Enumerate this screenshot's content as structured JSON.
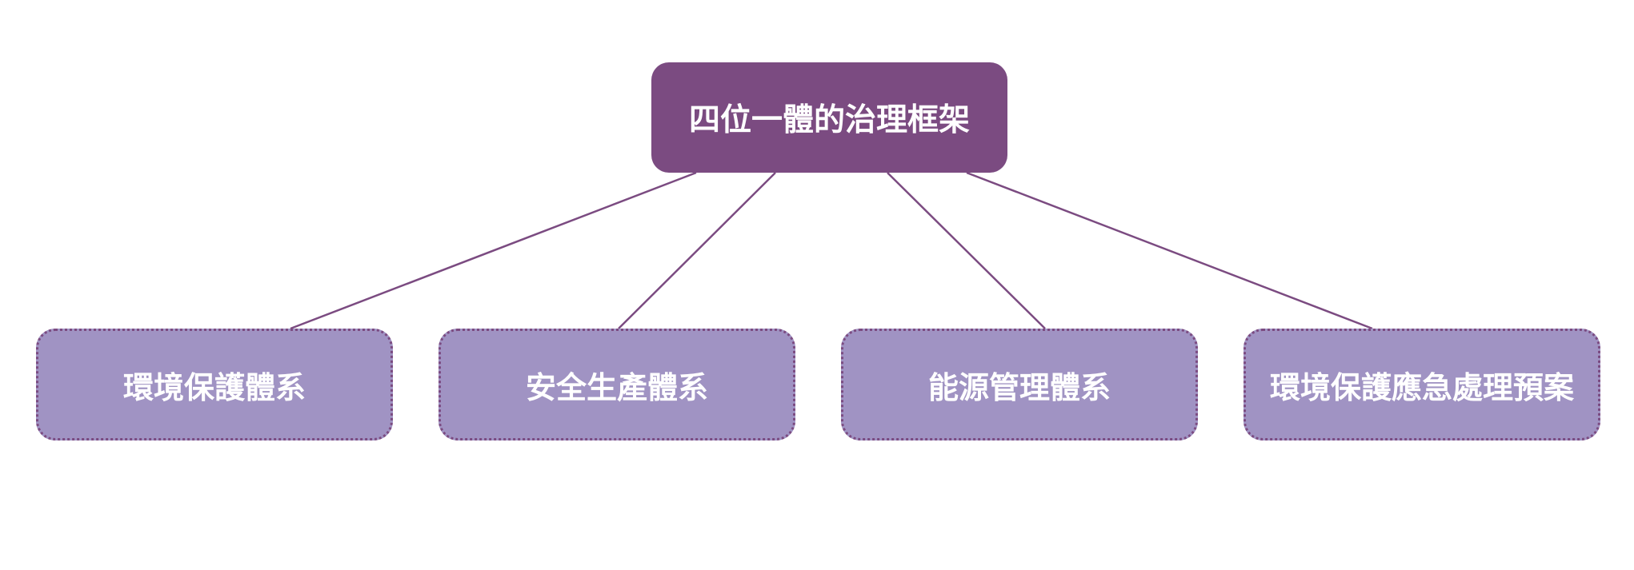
{
  "colors": {
    "root_fill": "#7b4b81",
    "child_fill": "#a093c3",
    "child_border": "#7b4b81",
    "connector": "#7b4b81",
    "text": "#ffffff"
  },
  "diagram": {
    "root": {
      "label": "四位一體的治理框架"
    },
    "children": [
      {
        "label": "環境保護體系"
      },
      {
        "label": "安全生產體系"
      },
      {
        "label": "能源管理體系"
      },
      {
        "label": "環境保護應急處理預案"
      }
    ]
  }
}
